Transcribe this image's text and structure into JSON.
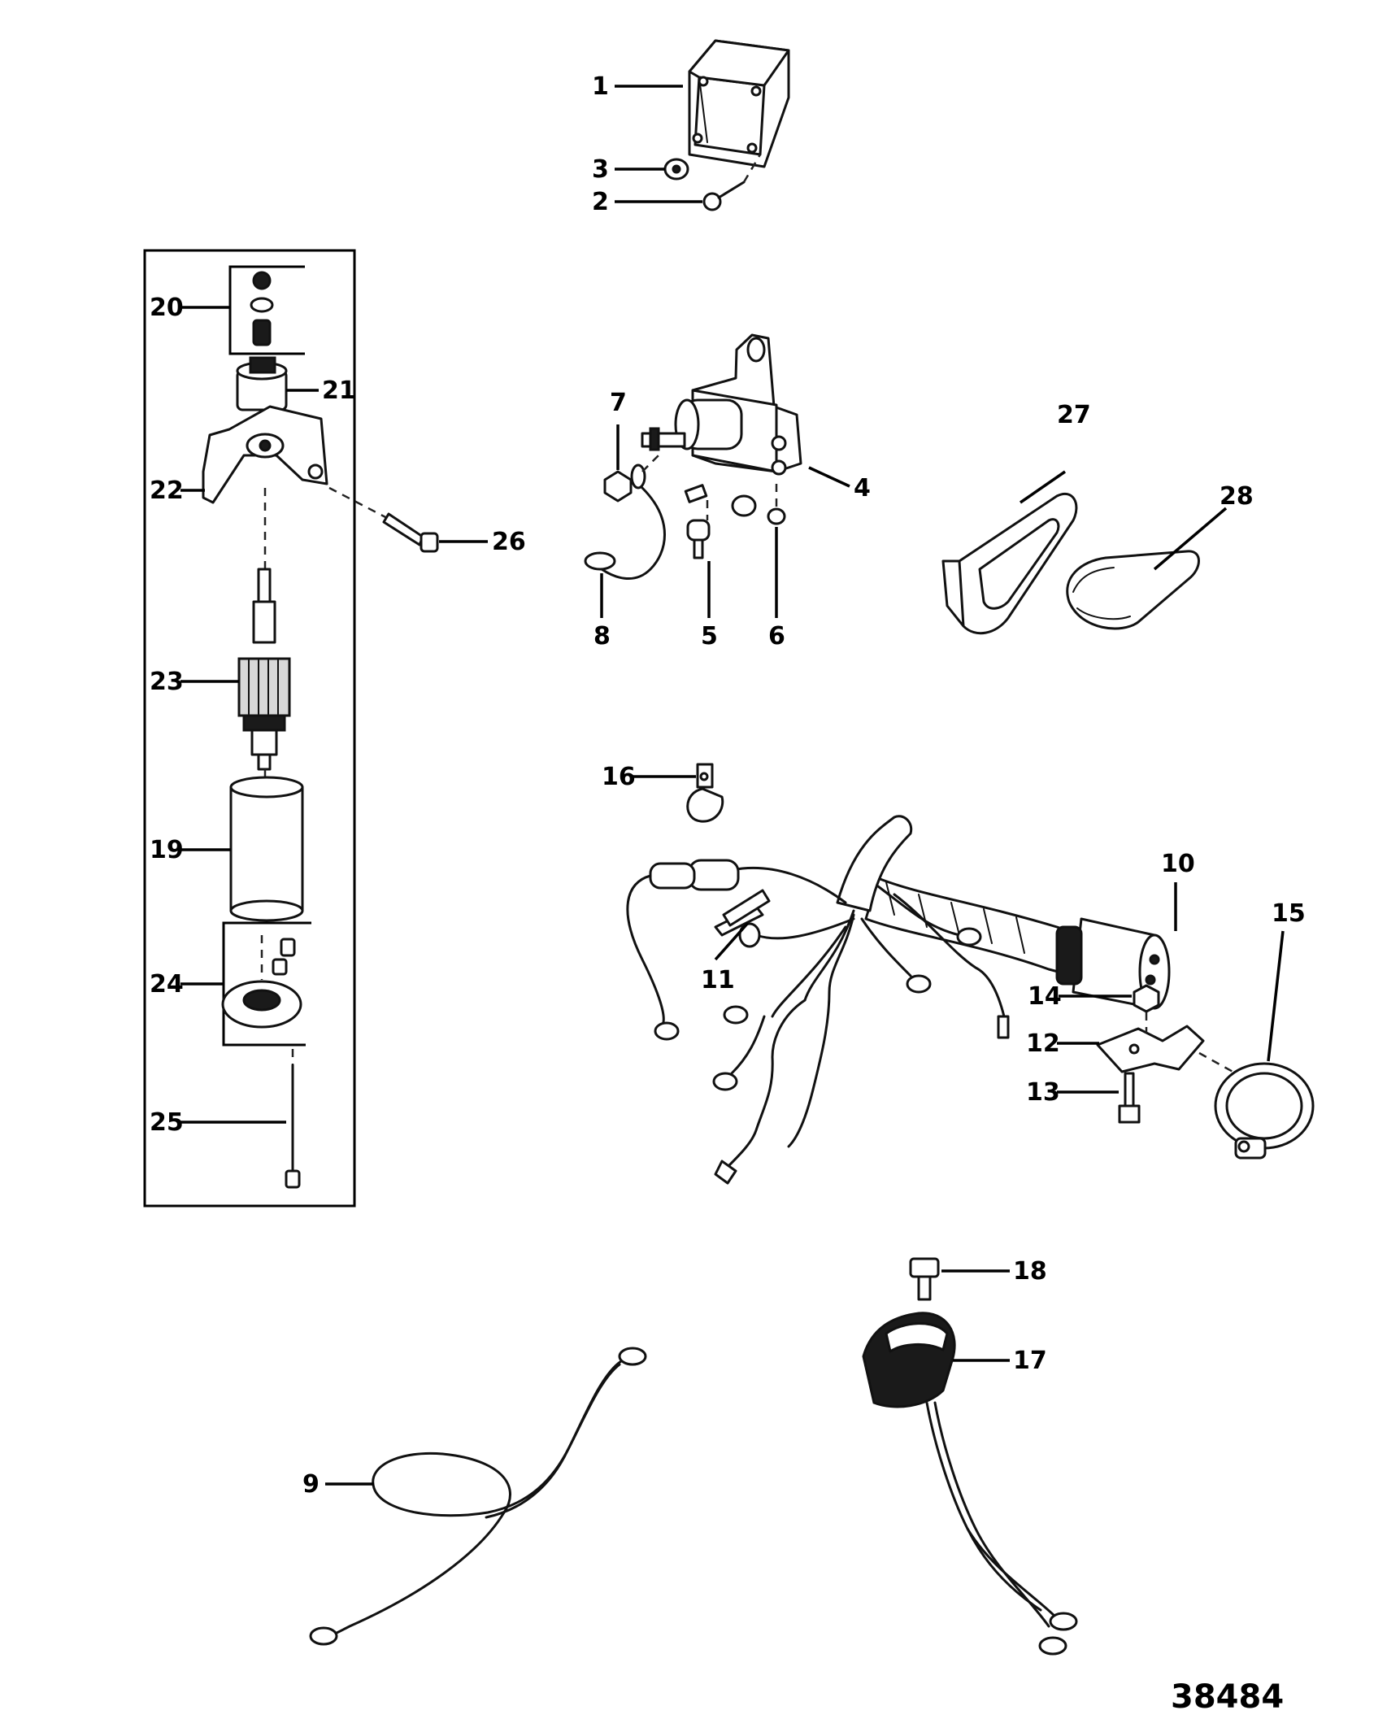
{
  "diagram": {
    "reference_number": "38484",
    "callouts": [
      {
        "id": "c1",
        "label": "1"
      },
      {
        "id": "c2",
        "label": "2"
      },
      {
        "id": "c3",
        "label": "3"
      },
      {
        "id": "c4",
        "label": "4"
      },
      {
        "id": "c5",
        "label": "5"
      },
      {
        "id": "c6",
        "label": "6"
      },
      {
        "id": "c7",
        "label": "7"
      },
      {
        "id": "c8",
        "label": "8"
      },
      {
        "id": "c9",
        "label": "9"
      },
      {
        "id": "c10",
        "label": "10"
      },
      {
        "id": "c11",
        "label": "11"
      },
      {
        "id": "c12",
        "label": "12"
      },
      {
        "id": "c13",
        "label": "13"
      },
      {
        "id": "c14",
        "label": "14"
      },
      {
        "id": "c15",
        "label": "15"
      },
      {
        "id": "c16",
        "label": "16"
      },
      {
        "id": "c17",
        "label": "17"
      },
      {
        "id": "c18",
        "label": "18"
      },
      {
        "id": "c19",
        "label": "19"
      },
      {
        "id": "c20",
        "label": "20"
      },
      {
        "id": "c21",
        "label": "21"
      },
      {
        "id": "c22",
        "label": "22"
      },
      {
        "id": "c23",
        "label": "23"
      },
      {
        "id": "c24",
        "label": "24"
      },
      {
        "id": "c25",
        "label": "25"
      },
      {
        "id": "c26",
        "label": "26"
      },
      {
        "id": "c27",
        "label": "27"
      },
      {
        "id": "c28",
        "label": "28"
      }
    ]
  }
}
